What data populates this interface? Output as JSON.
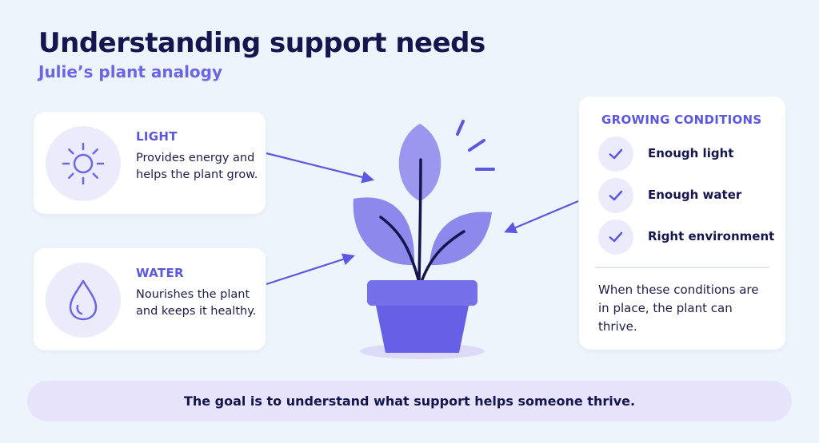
{
  "header": {
    "title": "Understanding support needs",
    "subtitle": "Julie’s plant analogy"
  },
  "factors": [
    {
      "id": "light",
      "title": "LIGHT",
      "description": "Provides energy and helps the plant grow.",
      "icon": "sun-icon"
    },
    {
      "id": "water",
      "title": "WATER",
      "description": "Nourishes the plant and keeps it healthy.",
      "icon": "water-drop-icon"
    }
  ],
  "conditions": {
    "heading": "GROWING CONDITIONS",
    "items": [
      {
        "label": "Enough light",
        "icon": "check-icon"
      },
      {
        "label": "Enough water",
        "icon": "check-icon"
      },
      {
        "label": "Right environment",
        "icon": "check-icon"
      }
    ],
    "summary": "When these conditions are in place, the plant can thrive."
  },
  "goal": {
    "text": "The goal is to understand what support helps someone thrive."
  },
  "colors": {
    "accent": "#5c57e0",
    "dark_text": "#15164d",
    "plant_light": "#9b97ef",
    "pot": "#7470ea",
    "background": "#eef4fb"
  }
}
